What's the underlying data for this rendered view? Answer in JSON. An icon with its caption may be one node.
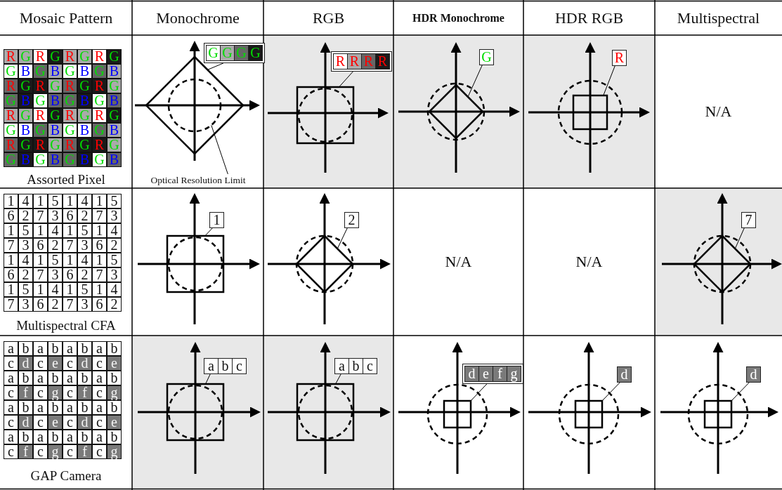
{
  "diagram": {
    "nodes": [
      {
        "text": [
          "G",
          "G",
          "G",
          "G"
        ]
      },
      {
        "text": [],
        "shape": "diamond"
      },
      {
        "text": [],
        "shape": "circle",
        "in": 1
      },
      {
        "text": [
          "Optical Resolution Limit"
        ]
      },
      {
        "text": [
          "R",
          "R",
          "R",
          "R"
        ]
      },
      {
        "text": [],
        "shape": "box"
      },
      {
        "text": [],
        "shape": "circle"
      },
      {
        "text": [
          "G"
        ]
      },
      {
        "text": [],
        "shape": "circle"
      },
      {
        "text": [],
        "shape": "diamond"
      },
      {
        "text": [
          "R"
        ]
      },
      {
        "text": [],
        "shape": "circle"
      },
      {
        "text": [],
        "shape": "box",
        "in": 11
      },
      {
        "text": [
          "1"
        ]
      },
      {
        "text": [],
        "shape": "box"
      },
      {
        "text": [],
        "shape": "circle"
      },
      {
        "text": [
          "2"
        ]
      },
      {
        "text": [],
        "shape": "circle"
      },
      {
        "text": [],
        "shape": "diamond"
      },
      {
        "text": [
          "7"
        ]
      },
      {
        "text": [],
        "shape": "circle"
      },
      {
        "text": [],
        "shape": "diamond"
      },
      {
        "text": [
          "a",
          "b",
          "c"
        ]
      },
      {
        "text": [],
        "shape": "box"
      },
      {
        "text": [],
        "shape": "circle"
      },
      {
        "text": [
          "a",
          "b",
          "c"
        ]
      },
      {
        "text": [],
        "shape": "box"
      },
      {
        "text": [],
        "shape": "circle"
      },
      {
        "text": [
          "d",
          "e",
          "f",
          "g"
        ]
      },
      {
        "text": [],
        "shape": "circle"
      },
      {
        "text": [],
        "shape": "box",
        "in": 29
      },
      {
        "text": [
          "d"
        ]
      },
      {
        "text": [],
        "shape": "circle"
      },
      {
        "text": [],
        "shape": "box",
        "in": 32
      },
      {
        "text": [
          "d"
        ]
      },
      {
        "text": [],
        "shape": "circle"
      },
      {
        "text": [],
        "shape": "box",
        "in": 35
      }
    ],
    "edges": [
      {
        "from": 0,
        "to": 1,
        "arrow": "none"
      },
      {
        "from": 3,
        "to": 2,
        "arrow": "none"
      },
      {
        "from": 4,
        "to": 5,
        "arrow": "none"
      },
      {
        "from": 7,
        "to": 9,
        "arrow": "none"
      },
      {
        "from": 10,
        "to": 12,
        "arrow": "none"
      },
      {
        "from": 13,
        "to": 14,
        "arrow": "none"
      },
      {
        "from": 16,
        "to": 18,
        "arrow": "none"
      },
      {
        "from": 19,
        "to": 21,
        "arrow": "none"
      },
      {
        "from": 22,
        "to": 23,
        "arrow": "none"
      },
      {
        "from": 25,
        "to": 26,
        "arrow": "none"
      },
      {
        "from": 28,
        "to": 30,
        "arrow": "none"
      },
      {
        "from": 31,
        "to": 33,
        "arrow": "none"
      },
      {
        "from": 34,
        "to": 36,
        "arrow": "none"
      }
    ],
    "labels": [
      "Mosaic Pattern",
      "Monochrome",
      "RGB",
      "HDR Monochrome",
      "HDR RGB",
      "Multispectral",
      "R",
      "G",
      "R",
      "G",
      "R",
      "G",
      "R",
      "G",
      "G",
      "B",
      "G",
      "B",
      "G",
      "B",
      "G",
      "B",
      "R",
      "G",
      "R",
      "G",
      "R",
      "G",
      "R",
      "G",
      "G",
      "B",
      "G",
      "B",
      "G",
      "B",
      "G",
      "B",
      "R",
      "G",
      "R",
      "G",
      "R",
      "G",
      "R",
      "G",
      "G",
      "B",
      "G",
      "B",
      "G",
      "B",
      "G",
      "B",
      "R",
      "G",
      "R",
      "G",
      "R",
      "G",
      "R",
      "G",
      "G",
      "B",
      "G",
      "B",
      "G",
      "B",
      "G",
      "B",
      "Assorted Pixel",
      "N/A",
      "1",
      "4",
      "1",
      "5",
      "1",
      "4",
      "1",
      "5",
      "6",
      "2",
      "7",
      "3",
      "6",
      "2",
      "7",
      "3",
      "1",
      "5",
      "1",
      "4",
      "1",
      "5",
      "1",
      "4",
      "7",
      "3",
      "6",
      "2",
      "7",
      "3",
      "6",
      "2",
      "1",
      "4",
      "1",
      "5",
      "1",
      "4",
      "1",
      "5",
      "6",
      "2",
      "7",
      "3",
      "6",
      "2",
      "7",
      "3",
      "1",
      "5",
      "1",
      "4",
      "1",
      "5",
      "1",
      "4",
      "7",
      "3",
      "6",
      "2",
      "7",
      "3",
      "6",
      "2",
      "Multispectral CFA",
      "N/A",
      "N/A",
      "a",
      "b",
      "a",
      "b",
      "a",
      "b",
      "a",
      "b",
      "c",
      "d",
      "c",
      "e",
      "c",
      "d",
      "c",
      "e",
      "a",
      "b",
      "a",
      "b",
      "a",
      "b",
      "a",
      "b",
      "c",
      "f",
      "c",
      "g",
      "c",
      "f",
      "c",
      "g",
      "a",
      "b",
      "a",
      "b",
      "a",
      "b",
      "a",
      "b",
      "c",
      "d",
      "c",
      "e",
      "c",
      "d",
      "c",
      "e",
      "a",
      "b",
      "a",
      "b",
      "a",
      "b",
      "a",
      "b",
      "c",
      "f",
      "c",
      "g",
      "c",
      "f",
      "c",
      "g",
      "GAP Camera"
    ]
  }
}
